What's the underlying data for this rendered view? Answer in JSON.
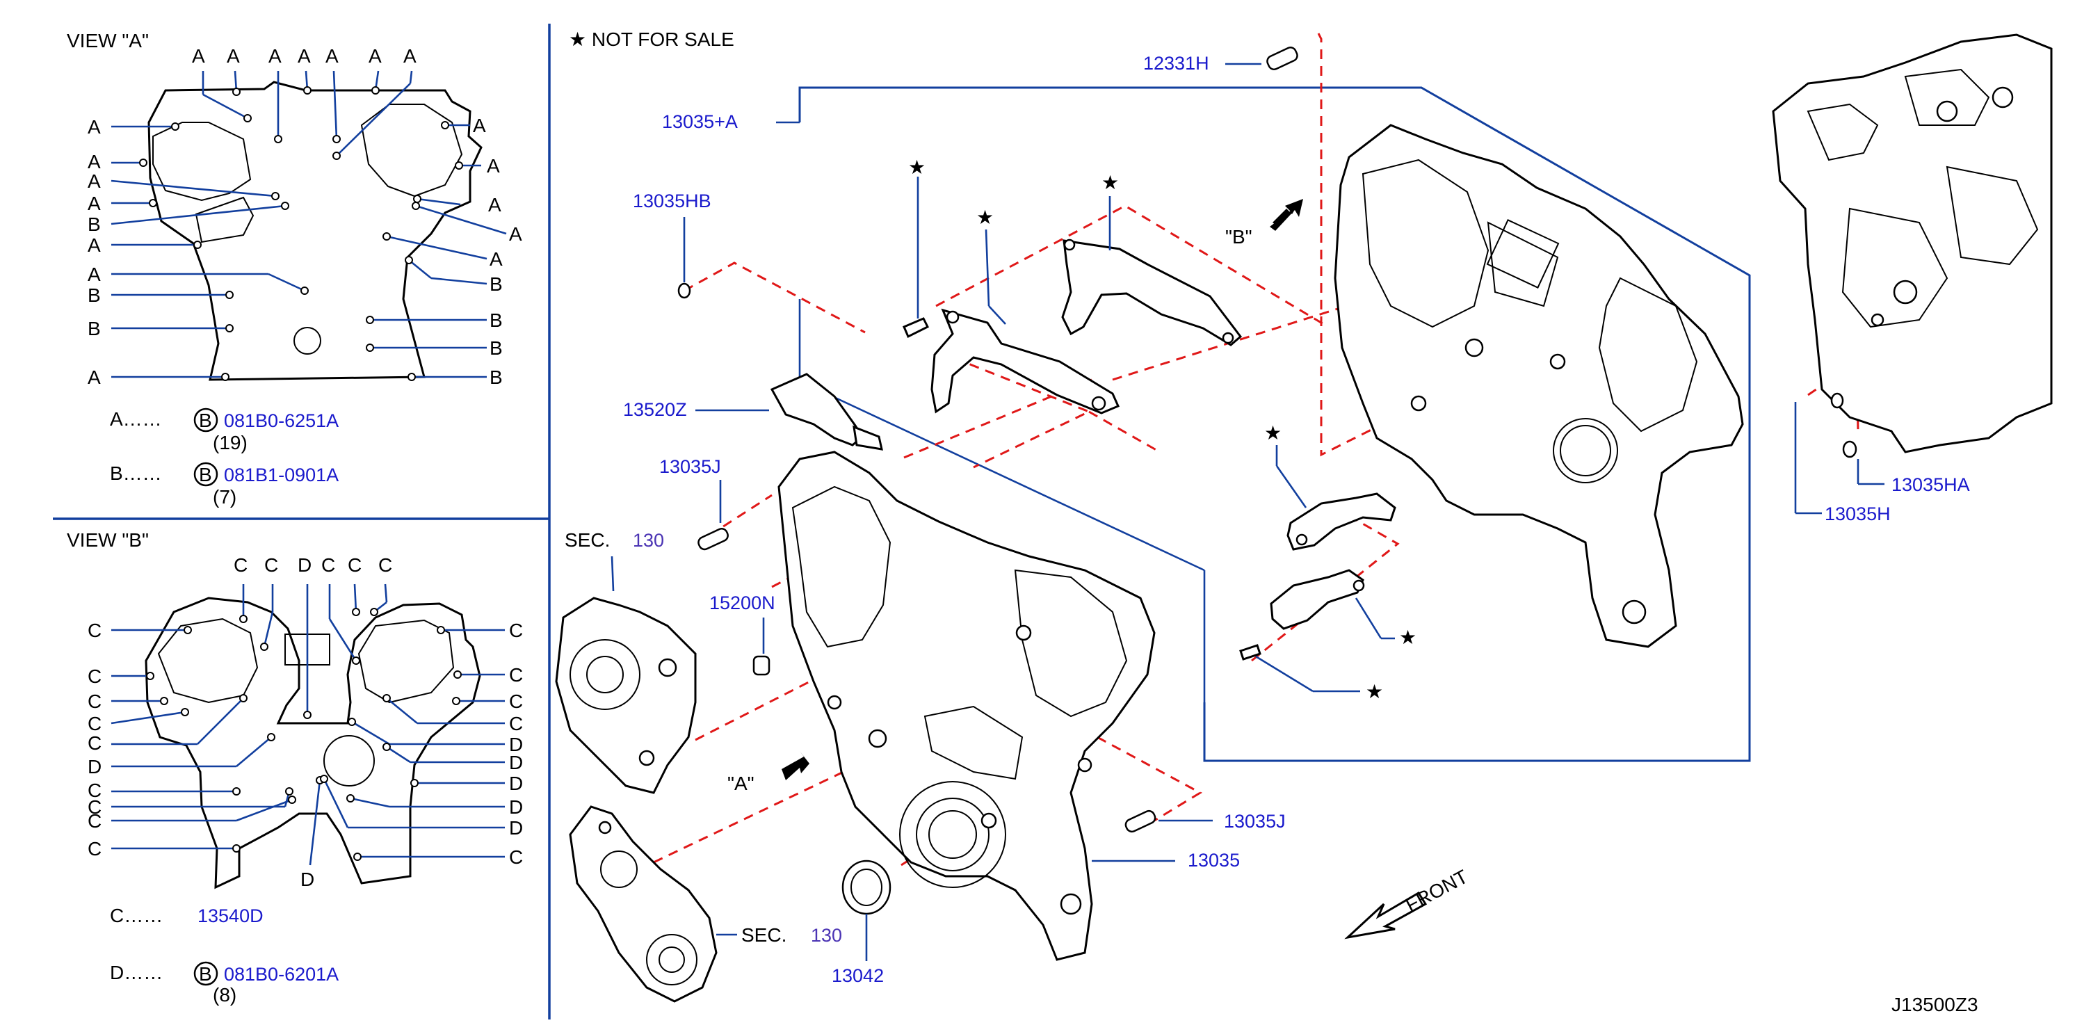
{
  "view_a": {
    "title": "VIEW \"A\"",
    "letters": [
      "A",
      "B"
    ],
    "legend": [
      {
        "key": "A……",
        "circle": "B",
        "part": "081B0-6251A",
        "qty": "(19)"
      },
      {
        "key": "B……",
        "circle": "B",
        "part": "081B1-0901A",
        "qty": "(7)"
      }
    ]
  },
  "view_b": {
    "title": "VIEW \"B\"",
    "letters": [
      "C",
      "D"
    ],
    "legend": [
      {
        "key": "C……",
        "part": "13540D"
      },
      {
        "key": "D……",
        "circle": "B",
        "part": "081B0-6201A",
        "qty": "(8)"
      }
    ]
  },
  "main": {
    "not_for_sale": "★ NOT FOR SALE",
    "star": "★",
    "sec_label": "SEC.",
    "sec_num": "130",
    "view_a_marker": "\"A\"",
    "view_b_marker": "\"B\"",
    "front_label": "FRONT",
    "diagram_id": "J13500Z3",
    "parts": {
      "p12331H": "12331H",
      "p13035A": "13035+A",
      "p13035HB": "13035HB",
      "p13520Z": "13520Z",
      "p13035J": "13035J",
      "p15200N": "15200N",
      "p13035": "13035",
      "p13042": "13042",
      "p13035HA": "13035HA",
      "p13035H": "13035H"
    }
  }
}
